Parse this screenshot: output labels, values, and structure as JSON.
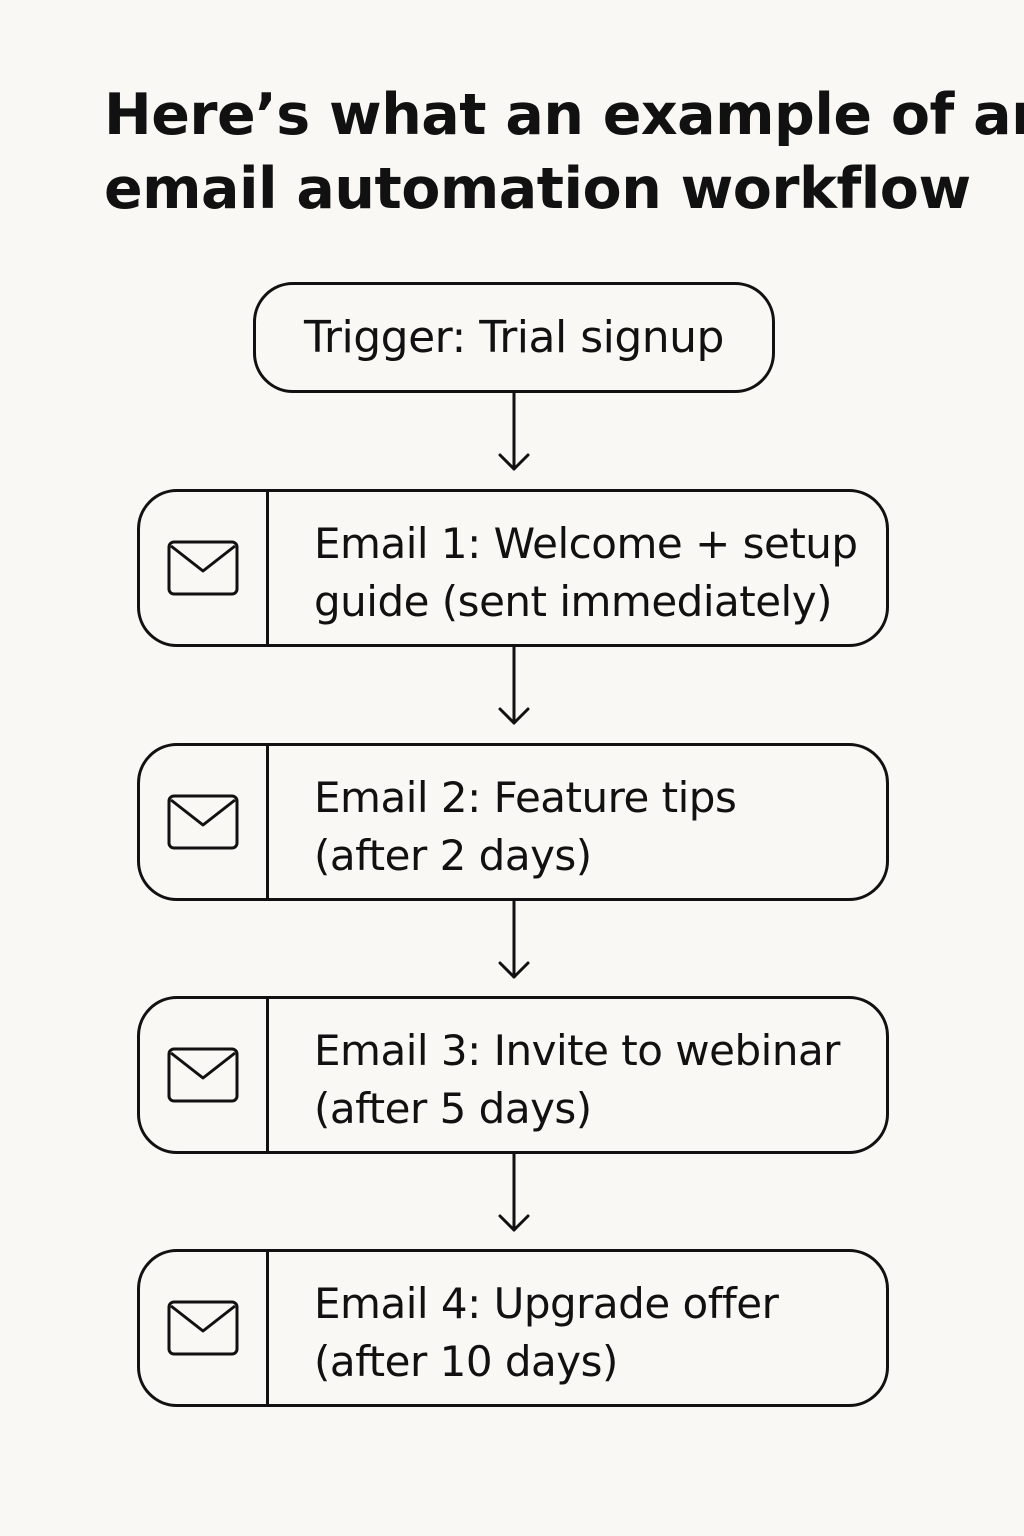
{
  "title": {
    "line1": "Here’s what an example of an",
    "line2": "email automation workflow"
  },
  "trigger": {
    "label": "Trigger: Trial signup"
  },
  "emails": [
    {
      "icon": "envelope-icon",
      "line1": "Email 1: Welcome + setup",
      "line2": "guide (sent immediately)"
    },
    {
      "icon": "envelope-icon",
      "line1": "Email 2: Feature tips",
      "line2": "(after 2 days)"
    },
    {
      "icon": "envelope-icon",
      "line1": "Email 3: Invite to webinar",
      "line2": "(after 5 days)"
    },
    {
      "icon": "envelope-icon",
      "line1": "Email 4: Upgrade offer",
      "line2": "(after 10 days)"
    }
  ],
  "colors": {
    "background": "#f9f8f4",
    "stroke": "#111111",
    "text": "#111111"
  }
}
